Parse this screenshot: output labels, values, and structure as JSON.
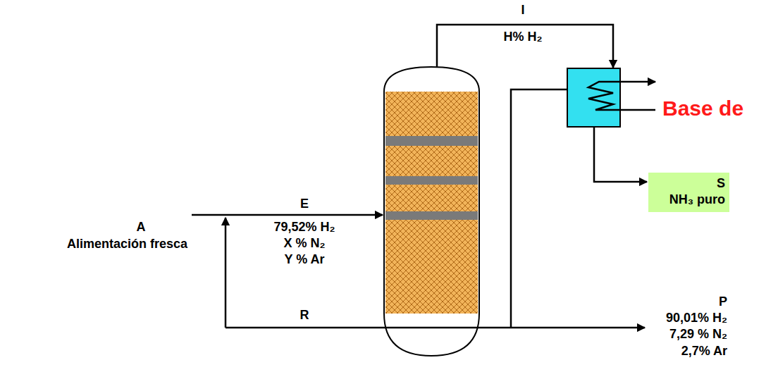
{
  "diagram": {
    "nodes": [
      {
        "text": [
          "S",
          "NH₃ puro"
        ]
      }
    ],
    "labels": [
      "A",
      "Alimentación fresca",
      "E",
      "79,52% H₂",
      "X % N₂",
      "Y % Ar",
      "I",
      "H% H₂",
      "Base de",
      "R",
      "P",
      "90,01% H₂",
      "7,29 % N₂",
      "2,7% Ar"
    ]
  }
}
